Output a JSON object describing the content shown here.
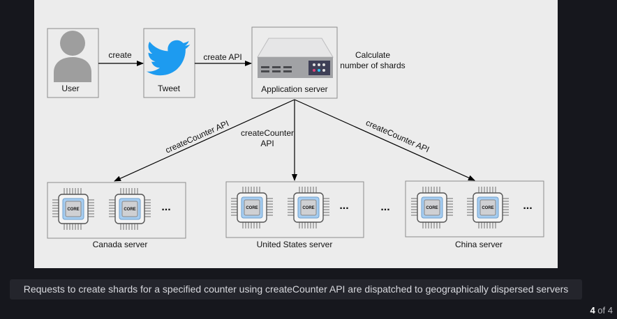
{
  "diagram": {
    "user_label": "User",
    "create_label": "create",
    "tweet_label": "Tweet",
    "create_api_label": "create API",
    "app_server_label": "Application server",
    "calc_line1": "Calculate",
    "calc_line2": "number of shards",
    "create_counter_left": "createCounter API",
    "create_counter_mid_line1": "createCounter",
    "create_counter_mid_line2": "API",
    "create_counter_right": "createCounter API",
    "core_label": "CORE",
    "ellipsis": "...",
    "canada_label": "Canada server",
    "us_label": "United States server",
    "china_label": "China server"
  },
  "caption": "Requests to create shards for a specified counter using createCounter API are dispatched to geographically dispersed servers",
  "pager": {
    "current": "4",
    "of_text": "of",
    "total": "4"
  },
  "colors": {
    "canvas": "#ececec",
    "page_bg": "#16171d",
    "twitter_blue": "#1d9bf0",
    "chip_blue": "#a6cdf1",
    "server_grey": "#a1a2a5"
  }
}
